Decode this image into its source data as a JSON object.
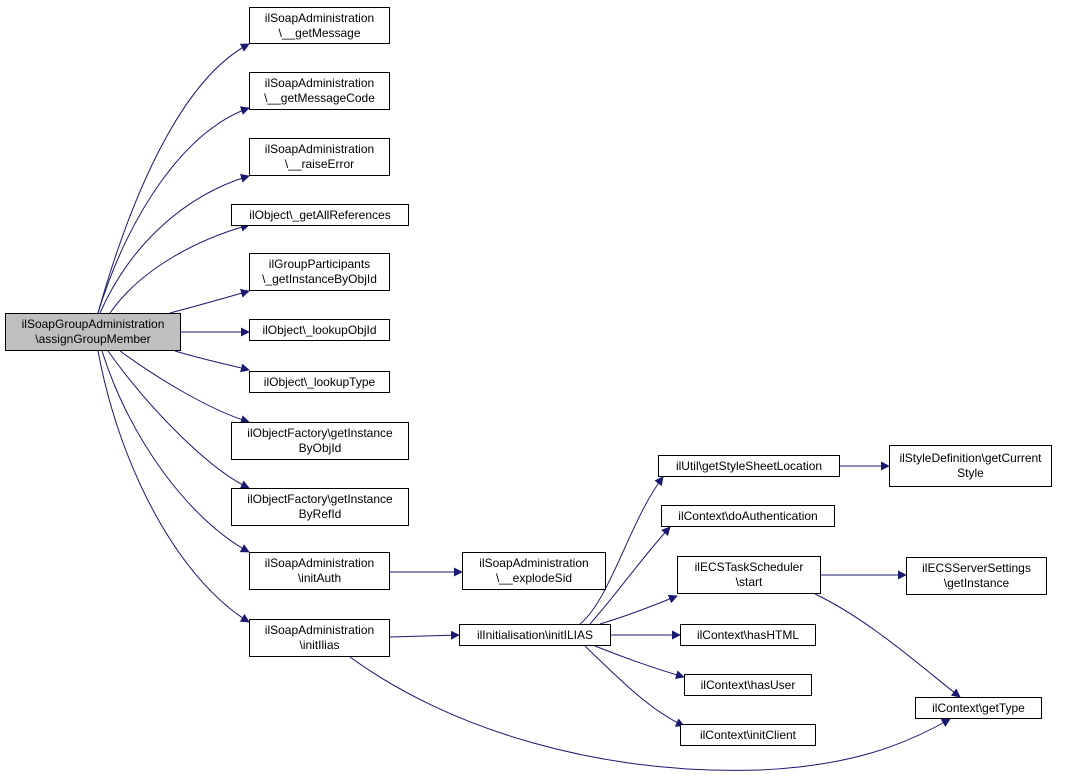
{
  "colors": {
    "edge": "#191970",
    "node_border": "#000000",
    "node_fill": "#ffffff",
    "root_fill": "#bfbfbf"
  },
  "nodes": [
    {
      "id": "root",
      "lines": [
        "ilSoapGroupAdministration",
        "\\assignGroupMember"
      ],
      "root": true
    },
    {
      "id": "getMessage",
      "lines": [
        "ilSoapAdministration",
        "\\__getMessage"
      ]
    },
    {
      "id": "getMessageCode",
      "lines": [
        "ilSoapAdministration",
        "\\__getMessageCode"
      ]
    },
    {
      "id": "raiseError",
      "lines": [
        "ilSoapAdministration",
        "\\__raiseError"
      ]
    },
    {
      "id": "getAllReferences",
      "lines": [
        "ilObject\\_getAllReferences"
      ]
    },
    {
      "id": "getInstanceByObjId_gp",
      "lines": [
        "ilGroupParticipants",
        "\\_getInstanceByObjId"
      ]
    },
    {
      "id": "lookupObjId",
      "lines": [
        "ilObject\\_lookupObjId"
      ]
    },
    {
      "id": "lookupType",
      "lines": [
        "ilObject\\_lookupType"
      ]
    },
    {
      "id": "of_getInstanceByObjId",
      "lines": [
        "ilObjectFactory\\getInstance",
        "ByObjId"
      ]
    },
    {
      "id": "of_getInstanceByRefId",
      "lines": [
        "ilObjectFactory\\getInstance",
        "ByRefId"
      ]
    },
    {
      "id": "initAuth",
      "lines": [
        "ilSoapAdministration",
        "\\initAuth"
      ]
    },
    {
      "id": "initIlias",
      "lines": [
        "ilSoapAdministration",
        "\\initIlias"
      ]
    },
    {
      "id": "explodeSid",
      "lines": [
        "ilSoapAdministration",
        "\\__explodeSid"
      ]
    },
    {
      "id": "initILIAS",
      "lines": [
        "ilInitialisation\\initILIAS"
      ]
    },
    {
      "id": "getStyleSheetLocation",
      "lines": [
        "ilUtil\\getStyleSheetLocation"
      ]
    },
    {
      "id": "doAuthentication",
      "lines": [
        "ilContext\\doAuthentication"
      ]
    },
    {
      "id": "ecsStart",
      "lines": [
        "ilECSTaskScheduler",
        "\\start"
      ]
    },
    {
      "id": "hasHTML",
      "lines": [
        "ilContext\\hasHTML"
      ]
    },
    {
      "id": "hasUser",
      "lines": [
        "ilContext\\hasUser"
      ]
    },
    {
      "id": "initClient",
      "lines": [
        "ilContext\\initClient"
      ]
    },
    {
      "id": "getCurrentStyle",
      "lines": [
        "ilStyleDefinition\\getCurrent",
        "Style"
      ]
    },
    {
      "id": "ecsGetInstance",
      "lines": [
        "ilECSServerSettings",
        "\\getInstance"
      ]
    },
    {
      "id": "getType",
      "lines": [
        "ilContext\\getType"
      ]
    }
  ],
  "edges": [
    [
      "root",
      "getMessage"
    ],
    [
      "root",
      "getMessageCode"
    ],
    [
      "root",
      "raiseError"
    ],
    [
      "root",
      "getAllReferences"
    ],
    [
      "root",
      "getInstanceByObjId_gp"
    ],
    [
      "root",
      "lookupObjId"
    ],
    [
      "root",
      "lookupType"
    ],
    [
      "root",
      "of_getInstanceByObjId"
    ],
    [
      "root",
      "of_getInstanceByRefId"
    ],
    [
      "root",
      "initAuth"
    ],
    [
      "root",
      "initIlias"
    ],
    [
      "initAuth",
      "explodeSid"
    ],
    [
      "initIlias",
      "initILIAS"
    ],
    [
      "initIlias",
      "getType"
    ],
    [
      "initILIAS",
      "getStyleSheetLocation"
    ],
    [
      "initILIAS",
      "doAuthentication"
    ],
    [
      "initILIAS",
      "ecsStart"
    ],
    [
      "initILIAS",
      "hasHTML"
    ],
    [
      "initILIAS",
      "hasUser"
    ],
    [
      "initILIAS",
      "initClient"
    ],
    [
      "getStyleSheetLocation",
      "getCurrentStyle"
    ],
    [
      "ecsStart",
      "ecsGetInstance"
    ],
    [
      "ecsStart",
      "getType"
    ]
  ]
}
